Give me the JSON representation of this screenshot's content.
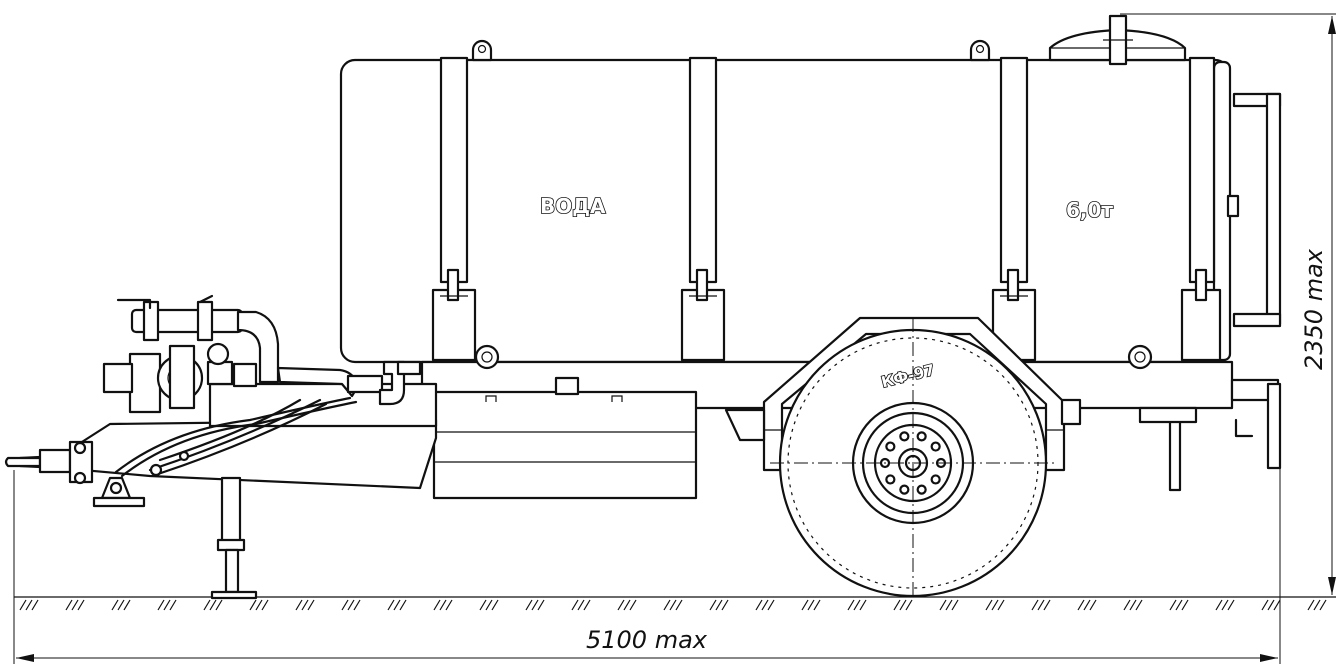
{
  "tank_labels": {
    "content": "ВОДА",
    "capacity": "6,0т"
  },
  "wheel_label": "КФ-97",
  "dimensions": {
    "length": "5100 max",
    "height": "2350 max"
  }
}
